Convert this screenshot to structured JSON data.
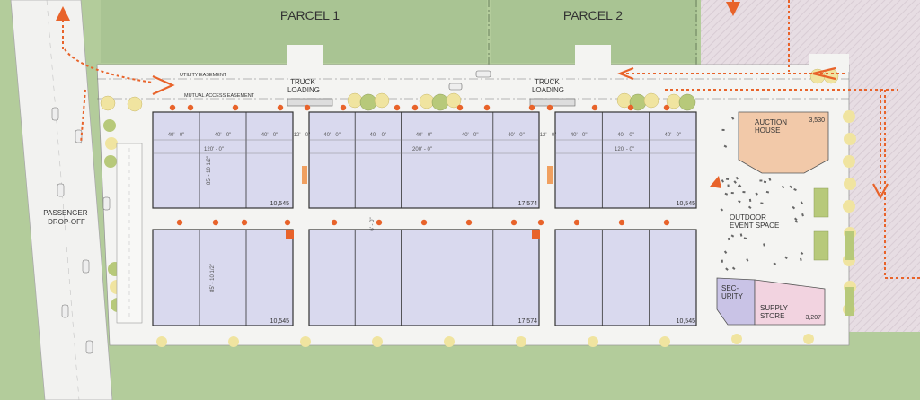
{
  "parcels": {
    "parcel_1": "PARCEL 1",
    "parcel_2": "PARCEL 2"
  },
  "easements": {
    "utility": "UTILITY EASEMENT",
    "mutual": "MUTUAL ACCESS EASEMENT"
  },
  "truck_loading": {
    "line1": "TRUCK",
    "line2": "LOADING"
  },
  "passenger": {
    "line1": "PASSENGER",
    "line2": "DROP-OFF"
  },
  "auction_house": {
    "line1": "AUCTION",
    "line2": "HOUSE",
    "area": "3,530"
  },
  "outdoor_event": {
    "line1": "OUTDOOR",
    "line2": "EVENT SPACE"
  },
  "security": {
    "line1": "SEC-",
    "line2": "URITY"
  },
  "supply_store": {
    "line1": "SUPPLY",
    "line2": "STORE",
    "area": "3,207"
  },
  "buildings": {
    "areas": [
      "10,545",
      "17,574",
      "10,545",
      "10,545",
      "17,574",
      "10,545"
    ],
    "dims": {
      "bay": "40' - 0\"",
      "left_width": "120' - 0\"",
      "mid_width": "200' - 0\"",
      "right_width": "120' - 0\"",
      "depth": "85' - 10 1/2\"",
      "gap": "12' - 0\"",
      "aisle": "6' - 0\""
    }
  },
  "colors": {
    "grass": "#b3cc9b",
    "building": "#d9d9ee",
    "pavement": "#f4f4f2",
    "auction": "#f2c9a9",
    "security": "#c9c3e6",
    "supply": "#f2d3e0",
    "arrow": "#e8632a",
    "tree": "#f0e4a0",
    "parcel_green": "#a9c493"
  }
}
